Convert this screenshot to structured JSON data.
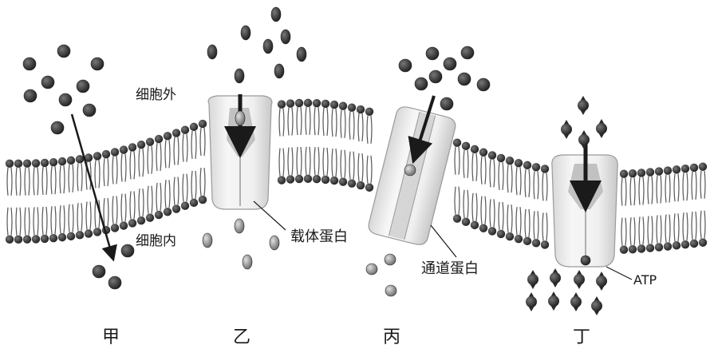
{
  "labels": {
    "outside": "细胞外",
    "inside": "细胞内",
    "carrier_protein": "载体蛋白",
    "channel_protein": "通道蛋白",
    "atp": "ATP"
  },
  "panels": [
    "甲",
    "乙",
    "丙",
    "丁"
  ],
  "colors": {
    "head": "#3a3a3a",
    "tail": "#4a4a4a",
    "protein_fill": "#f2f2f2",
    "protein_stroke": "#8a8a8a",
    "molecule": "#2e2e2e",
    "molecule_light": "#8a8a8a"
  }
}
